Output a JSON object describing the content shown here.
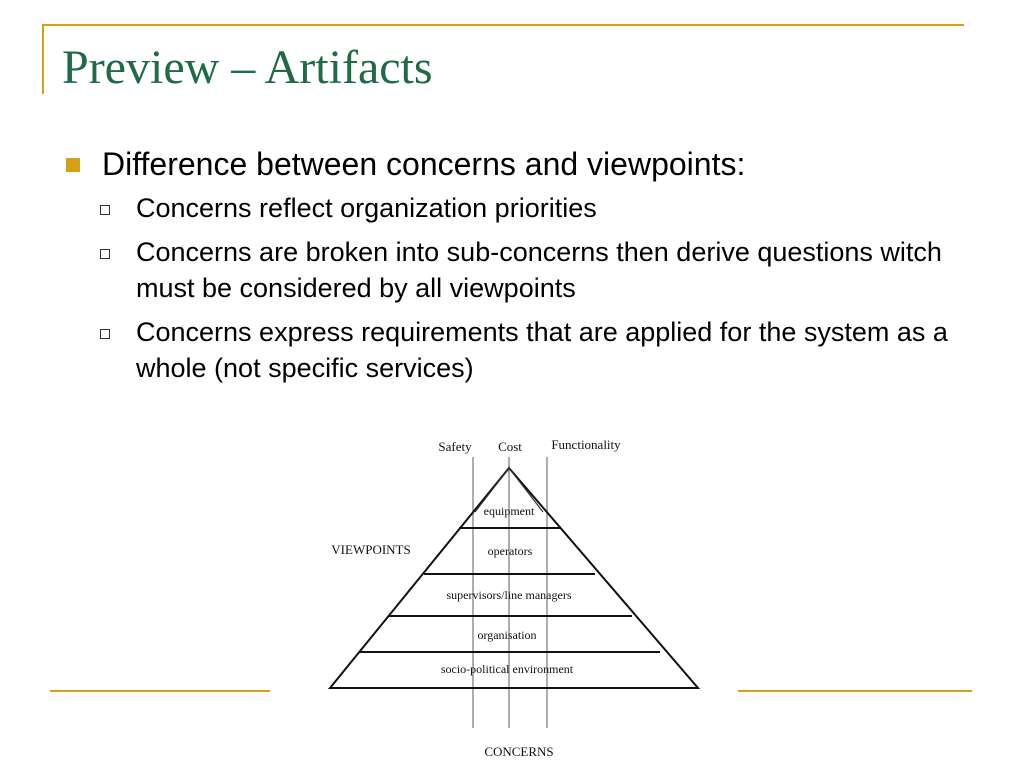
{
  "slide": {
    "title": "Preview – Artifacts",
    "bullet": "Difference between concerns and viewpoints:",
    "sub_bullets": [
      "Concerns reflect organization priorities",
      "Concerns are broken into sub-concerns then derive questions witch must be considered by all viewpoints",
      "Concerns express requirements that are applied for the system as a whole (not specific services)"
    ]
  },
  "diagram": {
    "concern_labels": [
      "Safety",
      "Cost",
      "Functionality"
    ],
    "viewpoints_label": "VIEWPOINTS",
    "concerns_label": "CONCERNS",
    "levels": [
      "equipment",
      "operators",
      "supervisors/line managers",
      "organisation",
      "socio-political environment"
    ]
  },
  "colors": {
    "title": "#1e6b46",
    "accent": "#d4a017",
    "text": "#000000"
  }
}
